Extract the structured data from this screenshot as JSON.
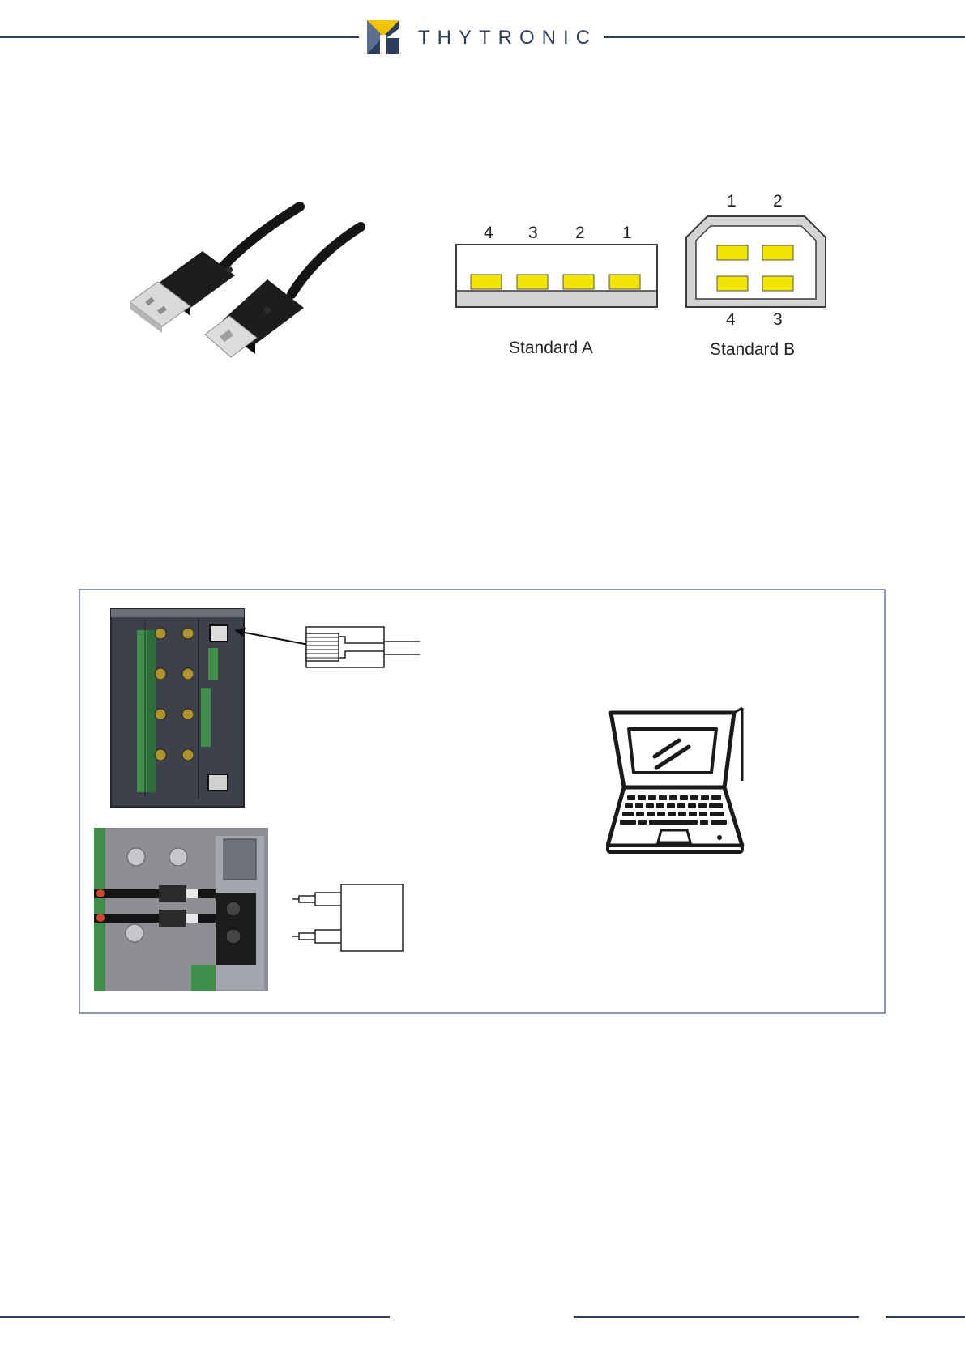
{
  "header": {
    "brand": "THYTRONIC",
    "logo_icon": "thytronic-logo-icon",
    "brand_color": "#2c3e5c"
  },
  "usb_figure": {
    "standard_a": {
      "caption": "Standard A",
      "pins": [
        "4",
        "3",
        "2",
        "1"
      ]
    },
    "standard_b": {
      "caption": "Standard B",
      "pins_top": [
        "1",
        "2"
      ],
      "pins_bottom": [
        "4",
        "3"
      ]
    },
    "pin_color": "#f2e600"
  },
  "connection_figure": {
    "relay_device_photo": "relay-rear-panel-image",
    "fiber_photo": "fiber-optic-connectors-image",
    "rj45_plug": "rj45-connector-icon",
    "fiber_plug": "fiber-connector-icon",
    "computer": "laptop-icon",
    "frame_color": "#8f98b3"
  }
}
